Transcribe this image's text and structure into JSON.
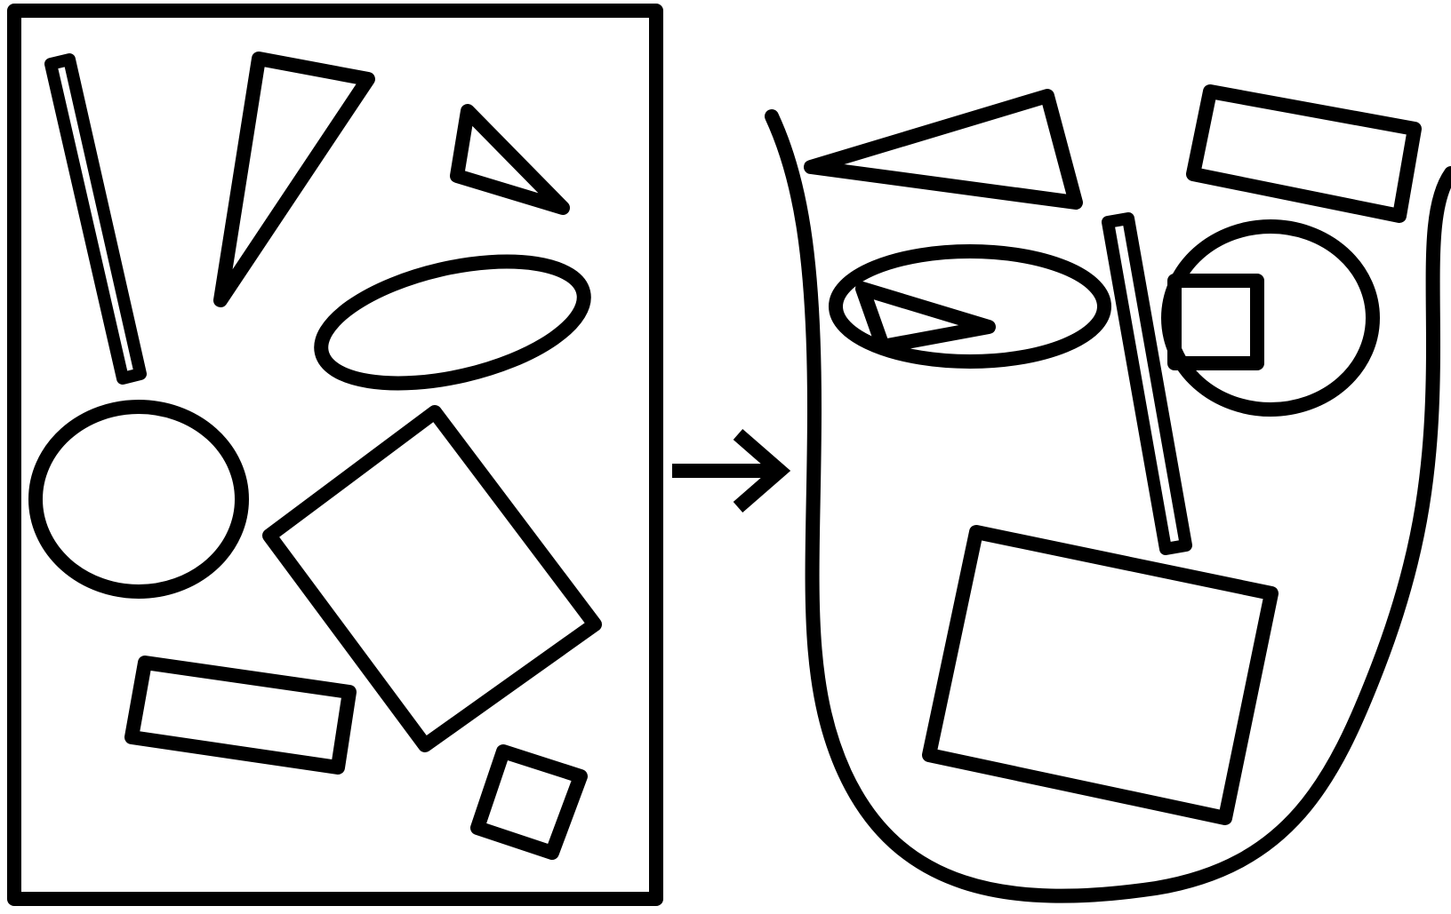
{
  "colors": {
    "background": "#ffffff",
    "ink": "#000000"
  },
  "panels": {
    "left": {
      "name": "scattered-shapes-panel",
      "shapes": [
        "thin-bar",
        "tall-triangle",
        "small-triangle",
        "ellipse",
        "circle",
        "large-square",
        "small-rectangle",
        "small-square"
      ]
    },
    "arrow": {
      "icon": "right-arrow-icon"
    },
    "right": {
      "name": "face-composition",
      "shapes": [
        "face-outline",
        "brow-triangle",
        "brow-rectangle",
        "eye-ellipse",
        "pupil-triangle",
        "nose-bar",
        "eye-circle",
        "pupil-square",
        "mouth-square"
      ]
    }
  }
}
